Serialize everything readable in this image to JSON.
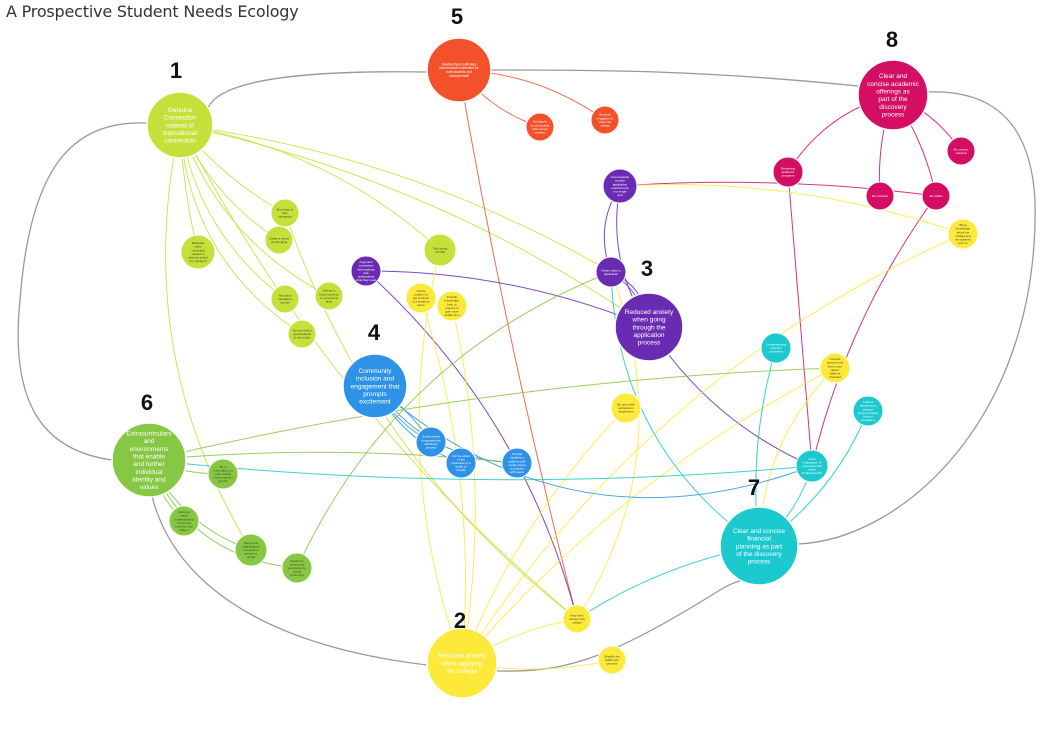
{
  "title": "A Prospective Student Needs Ecology",
  "colors": {
    "g1": "#c5e03a",
    "g2": "#fde93a",
    "g3": "#6a2bb3",
    "g4": "#2e93e6",
    "g5": "#f2512a",
    "g6": "#86c743",
    "g7": "#1bc9cf",
    "g8": "#d40f63",
    "ring": "#999999"
  },
  "hubs": [
    {
      "id": "h1",
      "group": "g1",
      "number": "1",
      "label": "Genuine Connection instead of transational connection"
    },
    {
      "id": "h2",
      "group": "g2",
      "number": "2",
      "label": "Reduced anxiety when applying for college"
    },
    {
      "id": "h3",
      "group": "g3",
      "number": "3",
      "label": "Reduced anxiety when going through the application process"
    },
    {
      "id": "h4",
      "group": "g4",
      "number": "4",
      "label": "Community inclusion and engagement that prompts excitement"
    },
    {
      "id": "h5",
      "group": "g5",
      "number": "5",
      "label": "Relationships & Affinities that increase excitement for both students and instructor/staff"
    },
    {
      "id": "h6",
      "group": "g6",
      "number": "6",
      "label": "Extracurriculars and environments that enable and further individual identity and values"
    },
    {
      "id": "h7",
      "group": "g7",
      "number": "7",
      "label": "Clear and concise financial planning as part of the discovery process"
    },
    {
      "id": "h8",
      "group": "g8",
      "number": "8",
      "label": "Clear and concise academic offerings as part of the discovery process"
    }
  ],
  "leaves": [
    {
      "id": "l1a",
      "group": "g1",
      "label": "More face to face interaction"
    },
    {
      "id": "l1b",
      "group": "g1",
      "label": "Create a sense of belonging"
    },
    {
      "id": "l1c",
      "group": "g1",
      "label": "Eliminate video marketing related to what an actual UC. student's life"
    },
    {
      "id": "l1d",
      "group": "g1",
      "label": "Talk during COVID"
    },
    {
      "id": "l1e",
      "group": "g1",
      "label": "Not just a mandatory number"
    },
    {
      "id": "l1f",
      "group": "g1",
      "label": "Getting to know students on a personal level"
    },
    {
      "id": "l1g",
      "group": "g1",
      "label": "Honesty and a good balance of informality"
    },
    {
      "id": "l5a",
      "group": "g5",
      "label": "Get faculty more involved with current students"
    },
    {
      "id": "l5b",
      "group": "g5",
      "label": "Students engagement within the college"
    },
    {
      "id": "l3a",
      "group": "g3",
      "label": "Communicate concise application requirements in a single and transparent location"
    },
    {
      "id": "l3b",
      "group": "g3",
      "label": "A genuine connection with students that understands what they need"
    },
    {
      "id": "l3c",
      "group": "g3",
      "label": "Fewer steps in application"
    },
    {
      "id": "l8a",
      "group": "g8",
      "label": "Reframing academic programs"
    },
    {
      "id": "l8b",
      "group": "g8",
      "label": "Be concise oriented"
    },
    {
      "id": "l8c",
      "group": "g8",
      "label": "Be inclusive"
    },
    {
      "id": "l8d",
      "group": "g8",
      "label": "Be visible"
    },
    {
      "id": "l2a",
      "group": "g2",
      "label": "Bring knowledge about the college and its students prior to enrollment to reduce anxiety"
    },
    {
      "id": "l2b",
      "group": "g2",
      "label": "Fill the position to get involved in a student's future"
    },
    {
      "id": "l2c",
      "group": "g2",
      "label": "Provide knowledge, help to prepare or gain more details for a fitness next step"
    },
    {
      "id": "l2d",
      "group": "g2",
      "label": "Be open with admissions department"
    },
    {
      "id": "l2e",
      "group": "g2",
      "label": "Concise process and learn more about different financial institutions"
    },
    {
      "id": "l2f",
      "group": "g2",
      "label": "Help them answer why college"
    },
    {
      "id": "l2g",
      "group": "g2",
      "label": "Simplify the staff's own process"
    },
    {
      "id": "l7a",
      "group": "g7",
      "label": "Understanding financial processes"
    },
    {
      "id": "l7b",
      "group": "g7",
      "label": "Lack of resources to prepare Documentation (How to complete a financial aid process)"
    },
    {
      "id": "l7c",
      "group": "g7",
      "label": "Clear explanation of processes that aren't student-friendly"
    },
    {
      "id": "l4a",
      "group": "g4",
      "label": "Social events throughout the admission process"
    },
    {
      "id": "l4b",
      "group": "g4",
      "label": "Not be afraid of the pressures of a family or friends"
    },
    {
      "id": "l4c",
      "group": "g4",
      "label": "Provide students a platform with social events to connect with peers"
    },
    {
      "id": "l6a",
      "group": "g6",
      "label": "Be in information on what college environment to get into"
    },
    {
      "id": "l6b",
      "group": "g6",
      "label": "Having a better understanding of self and how they can make a difference"
    },
    {
      "id": "l6c",
      "group": "g6",
      "label": "Bring local organizations to events in person or virtual"
    },
    {
      "id": "l6d",
      "group": "g6",
      "label": "Guides for community sponsored by actual community"
    }
  ]
}
